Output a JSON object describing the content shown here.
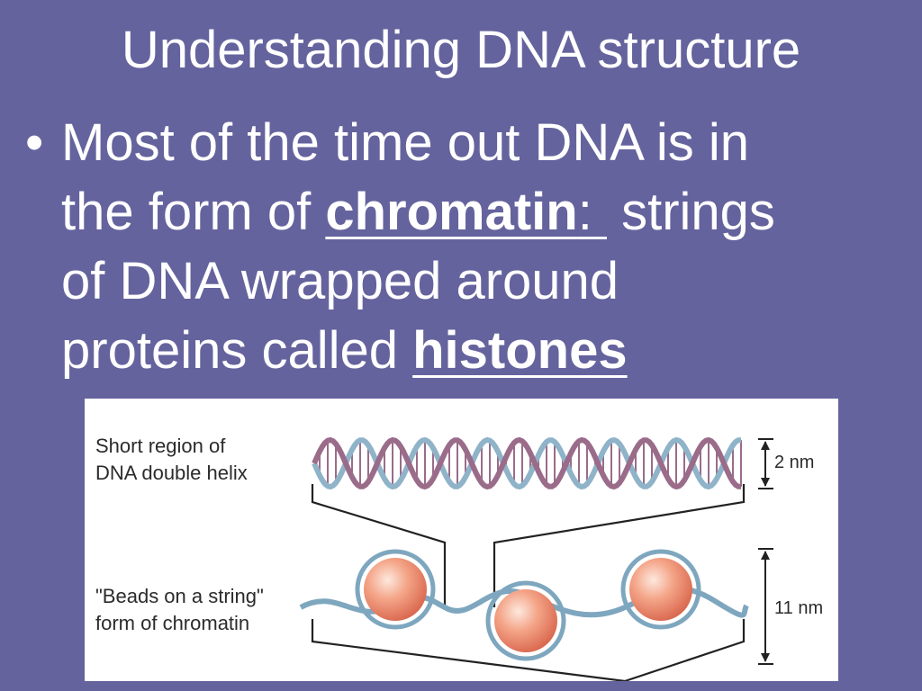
{
  "title": "Understanding DNA structure",
  "bullet": {
    "symbol": "•",
    "line1": "Most of the time out DNA is in",
    "line2_pre": "the form of ",
    "term1": "chromatin",
    "colon": ":",
    "line2_post": " strings",
    "line3": "of DNA wrapped around",
    "line4_pre": "proteins called ",
    "term2": "histones"
  },
  "figure": {
    "helix_label_line1": "Short region of",
    "helix_label_line2": "DNA double helix",
    "beads_label_line1": "\"Beads on a string\"",
    "beads_label_line2": "form of chromatin",
    "helix_width": "2 nm",
    "beads_width": "11 nm"
  },
  "colors": {
    "background": "#65639d",
    "histone": "#ef8c70",
    "dna_strand": "#8fb3c8",
    "dna_backbone": "#9a6c8a"
  }
}
